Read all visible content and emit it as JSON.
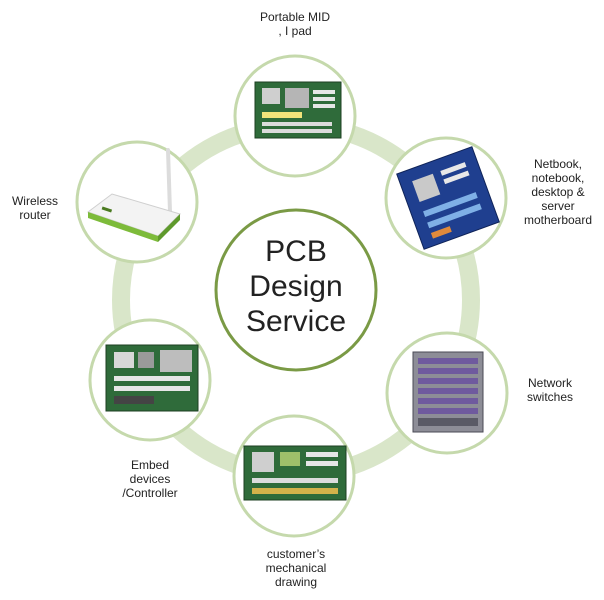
{
  "center": {
    "title": "PCB\nDesign\nService"
  },
  "nodes": [
    {
      "id": "portable-mid",
      "label": "Portable MID\n, I pad",
      "image": "motherboard-photo"
    },
    {
      "id": "netbook",
      "label": "Netbook,\nnotebook,\ndesktop &\nserver\nmotherboard",
      "image": "motherboard-photo"
    },
    {
      "id": "network-switches",
      "label": "Network\nswitches",
      "image": "network-switch-photo"
    },
    {
      "id": "mechanical-drawing",
      "label": "customer’s\nmechanical\ndrawing",
      "image": "long-board-photo"
    },
    {
      "id": "embed-devices",
      "label": "Embed\ndevices\n/Controller",
      "image": "motherboard-photo"
    },
    {
      "id": "wireless-router",
      "label": "Wireless\nrouter",
      "image": "router-photo"
    }
  ],
  "colors": {
    "ring": "#d9e6c9",
    "node_border": "#c5d9ac",
    "center_border": "#7a9a45",
    "board_green": "#2f6b3a",
    "board_blue": "#1f3f8f",
    "switch_purple": "#6f5a9e"
  }
}
